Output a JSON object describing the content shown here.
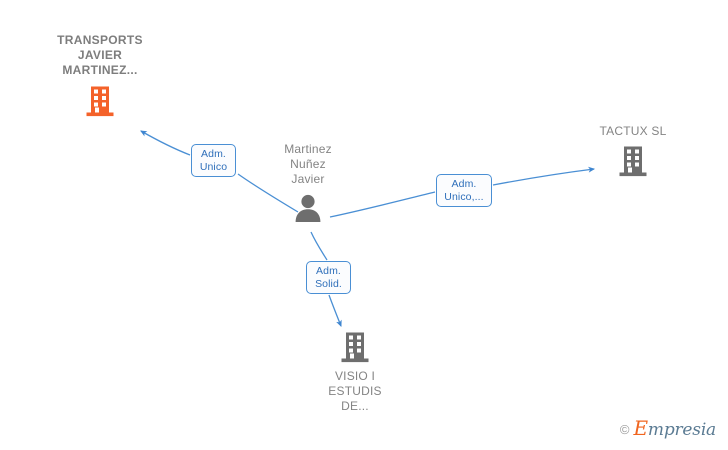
{
  "diagram": {
    "type": "relationship-graph",
    "background_color": "#ffffff",
    "accent_color": "#4a8fd4",
    "highlight_color": "#f4622a",
    "muted_color": "#6e6e6e"
  },
  "nodes": [
    {
      "id": "transports",
      "label": "TRANSPORTS\nJAVIER\nMARTINEZ...",
      "icon": "building-icon",
      "icon_color": "#f4622a",
      "kind": "company",
      "highlighted": true
    },
    {
      "id": "person",
      "label": "Martinez\nNuñez\nJavier",
      "icon": "person-icon",
      "icon_color": "#6e6e6e",
      "kind": "person",
      "highlighted": false
    },
    {
      "id": "tactux",
      "label": "TACTUX  SL",
      "icon": "building-icon",
      "icon_color": "#6e6e6e",
      "kind": "company",
      "highlighted": false
    },
    {
      "id": "visio",
      "label": "VISIO I\nESTUDIS\nDE...",
      "icon": "building-icon",
      "icon_color": "#6e6e6e",
      "kind": "company",
      "highlighted": false
    }
  ],
  "edges": [
    {
      "id": "edge-transports",
      "from": "person",
      "to": "transports",
      "label": "Adm.\nUnico"
    },
    {
      "id": "edge-tactux",
      "from": "person",
      "to": "tactux",
      "label": "Adm.\nUnico,..."
    },
    {
      "id": "edge-visio",
      "from": "person",
      "to": "visio",
      "label": "Adm.\nSolid."
    }
  ],
  "watermark": {
    "copyright": "©",
    "brand_initial": "E",
    "brand_rest": "mpresia"
  }
}
